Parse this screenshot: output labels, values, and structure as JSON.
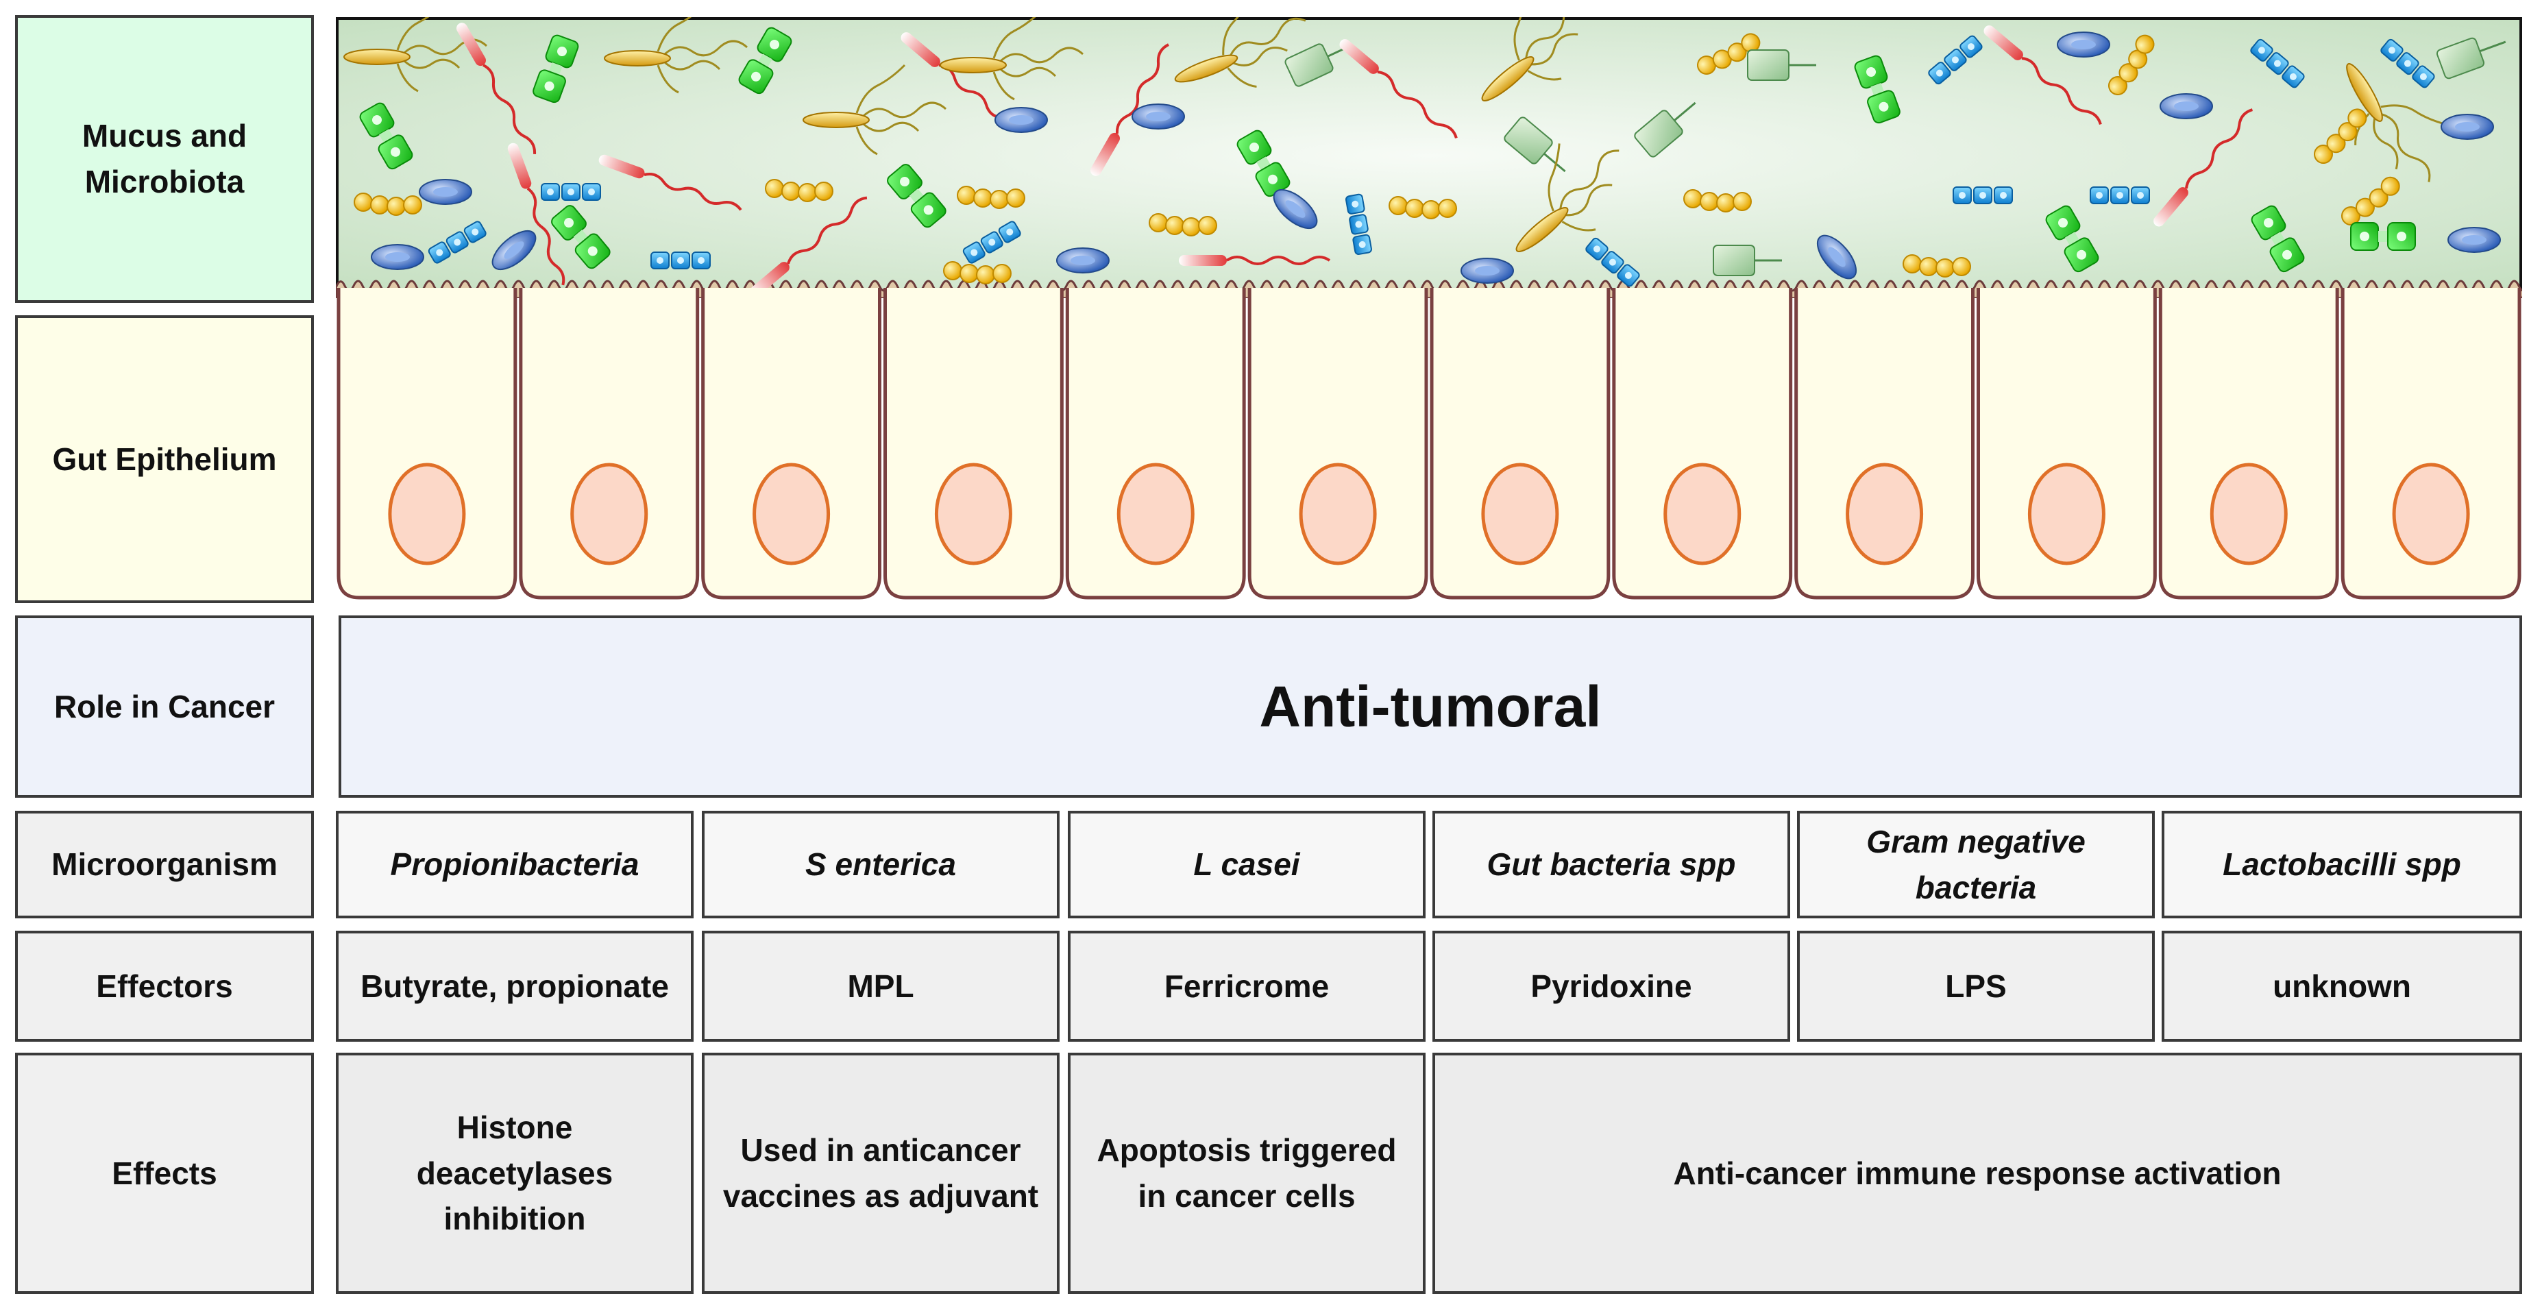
{
  "rows": {
    "mucus": "Mucus and Microbiota",
    "epithelium": "Gut Epithelium",
    "role": "Role in Cancer",
    "microorganism": "Microorganism",
    "effectors": "Effectors",
    "effects": "Effects"
  },
  "role_value": "Anti-tumoral",
  "microorganisms": [
    "Propionibacteria",
    "S enterica",
    "L casei",
    "Gut bacteria spp",
    "Gram negative bacteria",
    "Lactobacilli spp"
  ],
  "effectors": [
    "Butyrate, propionate",
    "MPL",
    "Ferricrome",
    "Pyridoxine",
    "LPS",
    "unknown"
  ],
  "effects": [
    "Histone deacetylases inhibition",
    "Used in anticancer vaccines as adjuvant",
    "Apoptosis triggered in cancer cells",
    "Anti-cancer immune response activation"
  ],
  "colors": {
    "mucus_label_bg": "#dcfde6",
    "epithelium_label_bg": "#fefee8",
    "role_bg": "#eef2fa",
    "cell_bg": "#f0f0f0",
    "epithelial_cell_fill": "#fffde8",
    "nucleus_fill": "#fcd8c8",
    "nucleus_stroke": "#e07028",
    "mucus_gradient_edge": "#c6e0c2"
  },
  "epithelium_cell_count": 12
}
